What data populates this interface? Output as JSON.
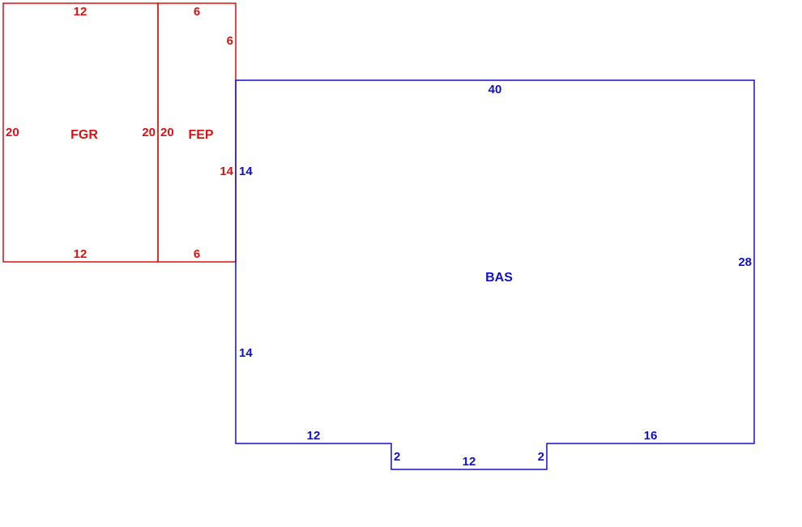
{
  "colors": {
    "garage_porch": "#dd1111",
    "living": "#1111cc",
    "background": "#ffffff"
  },
  "areas": {
    "FGR": {
      "code": "FGR",
      "dims": {
        "top": "12",
        "bottom": "12",
        "left": "20",
        "right": "20"
      }
    },
    "FEP": {
      "code": "FEP",
      "dims": {
        "top": "6",
        "right_upper": "6",
        "left": "20",
        "right_lower": "14",
        "bottom": "6"
      }
    },
    "BAS": {
      "code": "BAS",
      "dims": {
        "top": "40",
        "left_upper": "14",
        "left_lower": "14",
        "right": "28",
        "bottom_left": "12",
        "notch_left": "2",
        "notch_bottom": "12",
        "notch_right": "2",
        "bottom_right": "16"
      }
    }
  }
}
